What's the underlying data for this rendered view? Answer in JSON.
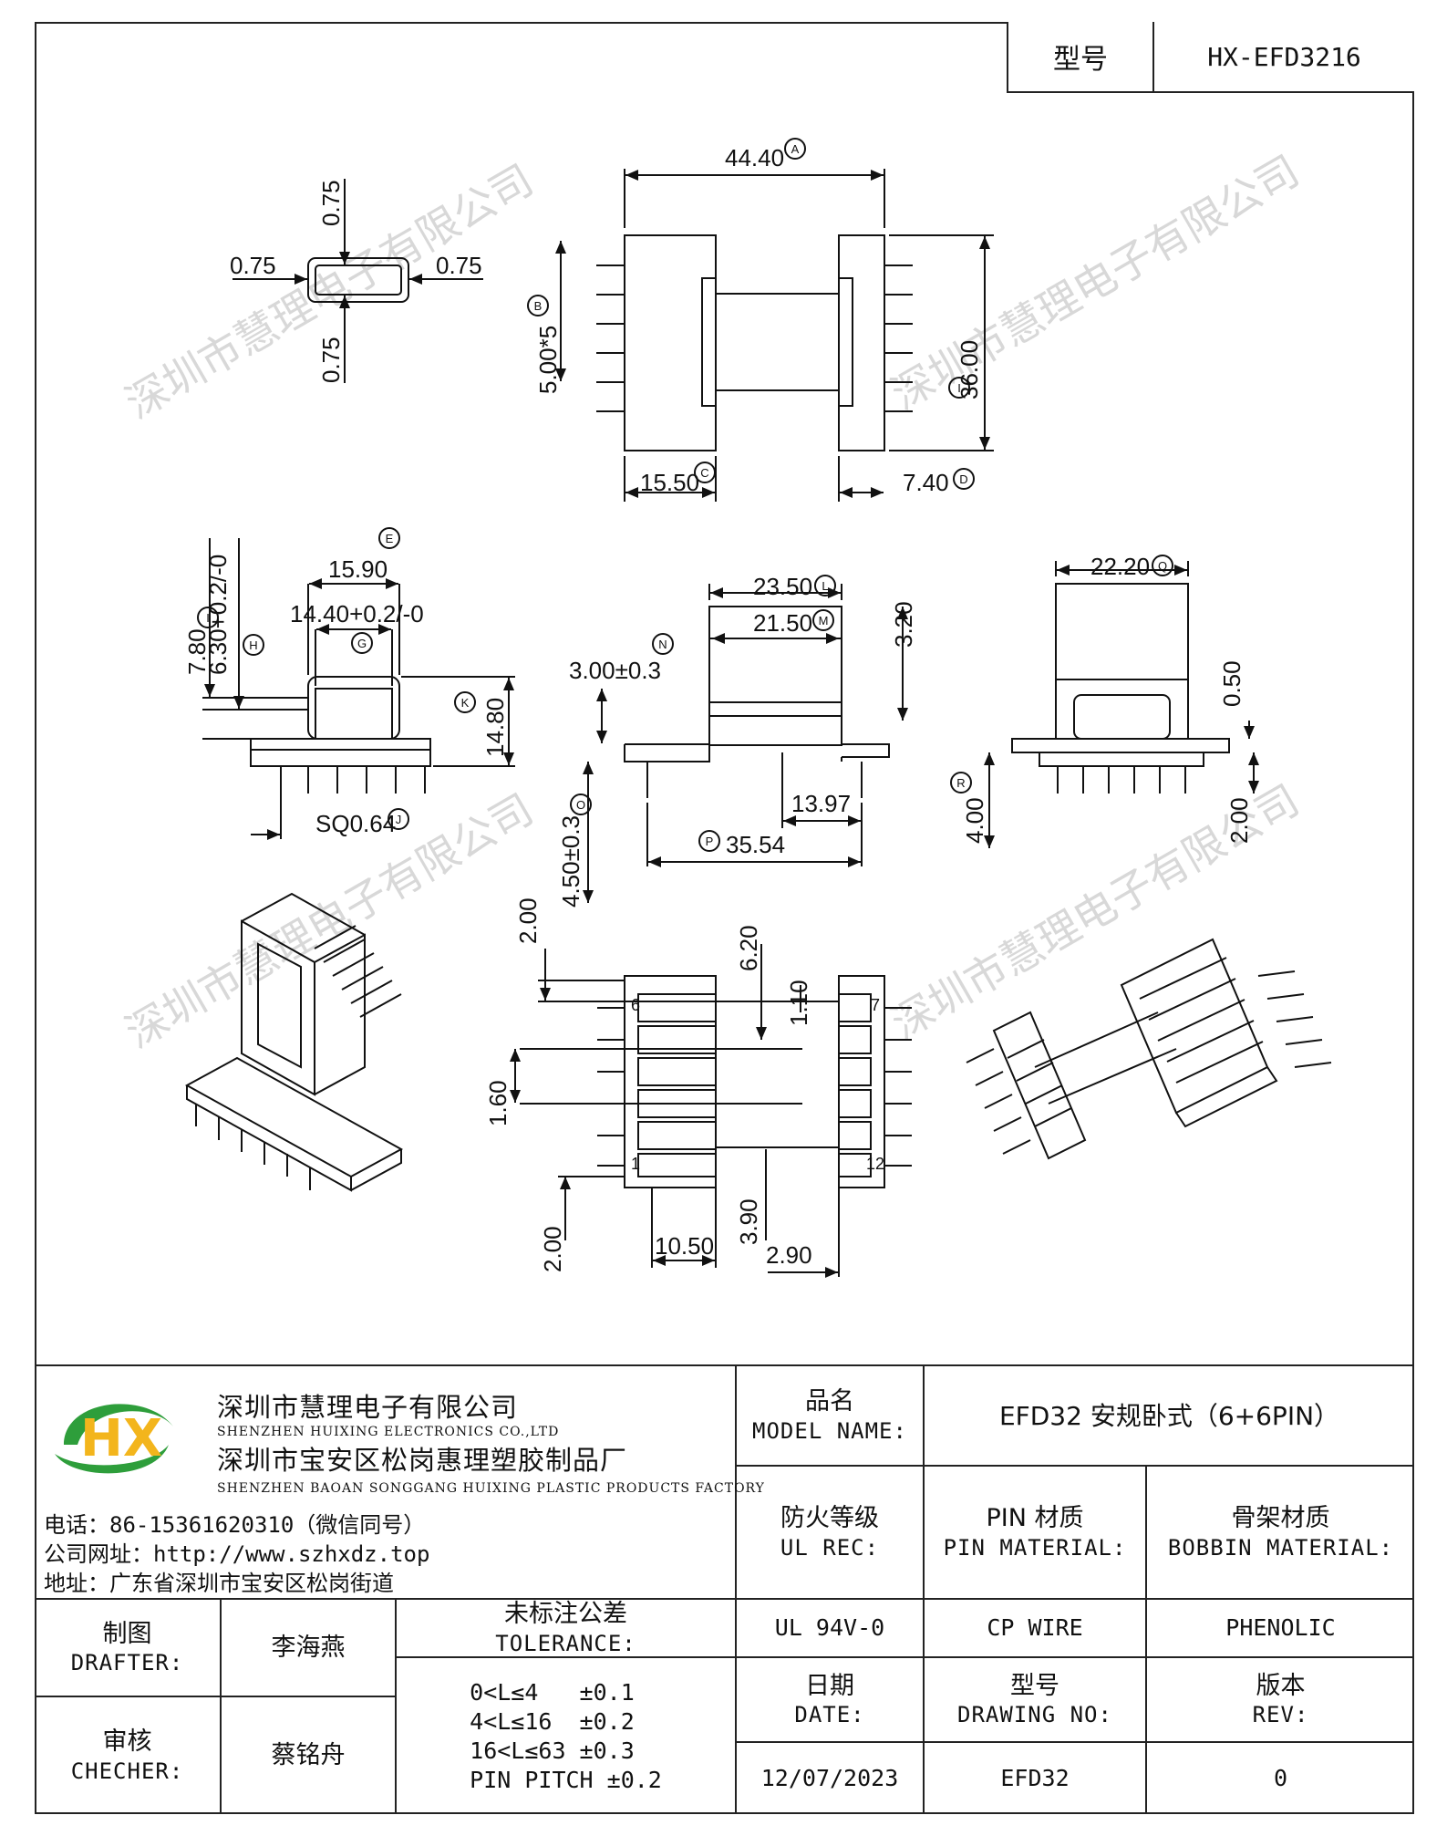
{
  "header": {
    "model_label": "型号",
    "model_value": "HX-EFD3216"
  },
  "watermark": "深圳市慧理电子有限公司",
  "dimensions": {
    "a": "44.40",
    "b": "5.00*5",
    "c": "15.50",
    "d": "7.40",
    "i": "36.00",
    "t1": "0.75",
    "t2": "0.75",
    "t3": "0.75",
    "t4": "0.75",
    "e_top": "15.90",
    "g": "14.40+0.2/-0",
    "h1": "7.80",
    "h2": "6.30+0.2/-0",
    "k": "14.80",
    "sq": "SQ0.64",
    "l": "23.50",
    "m": "21.50",
    "n": "3.00±0.3",
    "h320": "3.20",
    "p": "35.54",
    "w1397": "13.97",
    "o": "4.50±0.3",
    "q": "22.20",
    "h050": "0.50",
    "r": "4.00",
    "h200b": "2.00",
    "b200t": "2.00",
    "b620": "6.20",
    "b110": "1.10",
    "b160": "1.60",
    "b200b": "2.00",
    "b1050": "10.50",
    "b390": "3.90",
    "b290": "2.90",
    "pin6": "6",
    "pin7": "7",
    "pin1": "1",
    "pin12": "12",
    "ca": "A",
    "cb": "B",
    "cc": "C",
    "cd": "D",
    "ci": "I",
    "ce": "E",
    "cg": "G",
    "ch": "H",
    "ck": "K",
    "cj": "J",
    "cl": "L",
    "cm": "M",
    "cn": "N",
    "cp": "P",
    "co": "O",
    "cq": "Q",
    "cr": "R"
  },
  "company": {
    "name_cn": "深圳市慧理电子有限公司",
    "name_en": "SHENZHEN HUIXING ELECTRONICS CO.,LTD",
    "factory_cn": "深圳市宝安区松岗惠理塑胶制品厂",
    "factory_en": "SHENZHEN BAOAN SONGGANG HUIXING PLASTIC PRODUCTS FACTORY",
    "phone": "电话：86-15361620310（微信同号）",
    "website": "公司网址：http://www.szhxdz.top",
    "address": "地址：广东省深圳市宝安区松岗街道",
    "logo_letters": "HX"
  },
  "title_block": {
    "model_name_cn": "品名",
    "model_name_en": "MODEL NAME:",
    "model_name_value": "EFD32 安规卧式（6+6PIN）",
    "fire_cn": "防火等级",
    "fire_en": "UL REC:",
    "fire_value": "UL 94V-0",
    "pin_cn": "PIN 材质",
    "pin_en": "PIN MATERIAL:",
    "pin_value": "CP WIRE",
    "bobbin_cn": "骨架材质",
    "bobbin_en": "BOBBIN MATERIAL:",
    "bobbin_value": "PHENOLIC",
    "drafter_cn": "制图",
    "drafter_en": "DRAFTER:",
    "drafter_value": "李海燕",
    "checker_cn": "审核",
    "checker_en": "CHECHER:",
    "checker_value": "蔡铭舟",
    "tol_cn": "未标注公差",
    "tol_en": "TOLERANCE:",
    "tol_lines": [
      "0<L≤4   ±0.1",
      "4<L≤16  ±0.2",
      "16<L≤63 ±0.3",
      "PIN PITCH ±0.2"
    ],
    "date_cn": "日期",
    "date_en": "DATE:",
    "date_value": "12/07/2023",
    "dwg_cn": "型号",
    "dwg_en": "DRAWING NO:",
    "dwg_value": "EFD32",
    "rev_cn": "版本",
    "rev_en": "REV:",
    "rev_value": "0"
  }
}
